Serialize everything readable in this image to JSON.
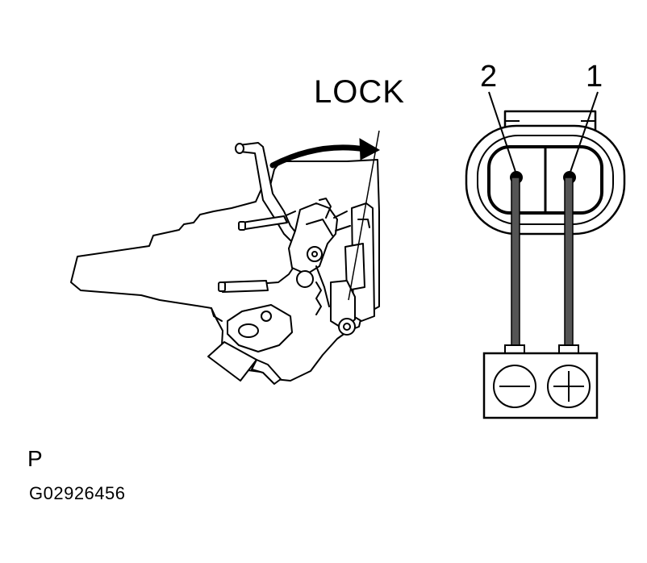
{
  "labels": {
    "lock": "LOCK",
    "pin_2": "2",
    "pin_1": "1",
    "view_marker": "P",
    "figure_code": "G02926456"
  },
  "battery": {
    "negative_symbol": "minus",
    "positive_symbol": "plus"
  },
  "colors": {
    "ink": "#000000",
    "background": "#ffffff",
    "lead_fill": "#555555"
  }
}
